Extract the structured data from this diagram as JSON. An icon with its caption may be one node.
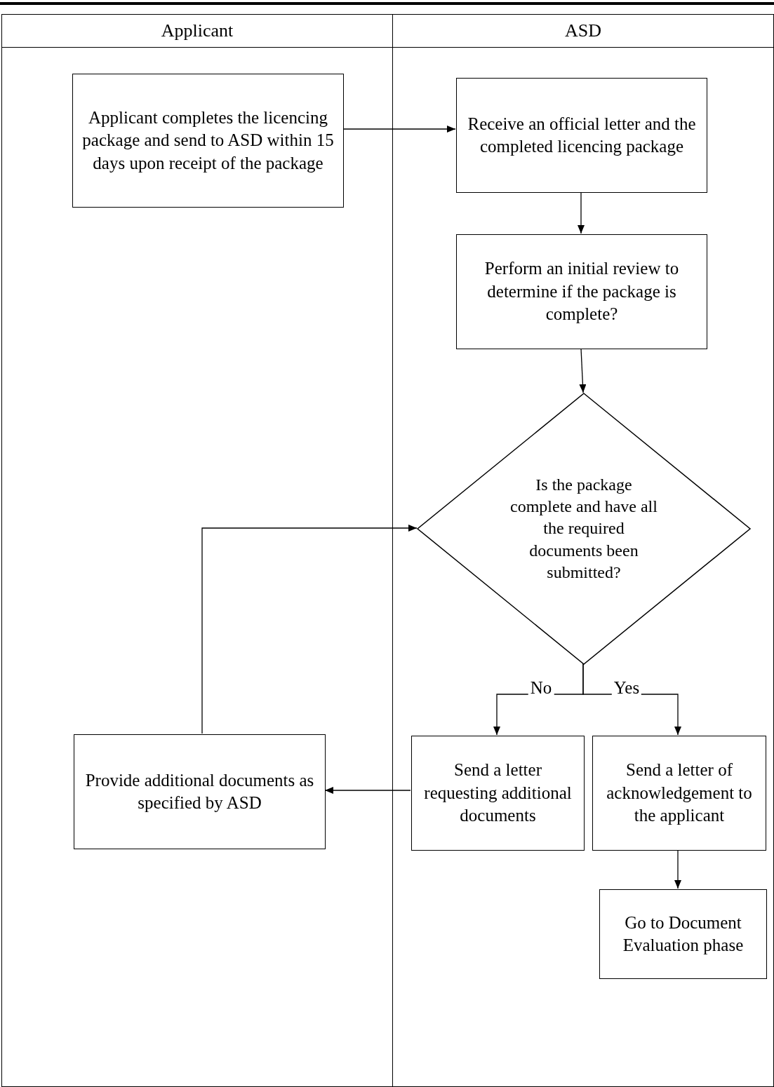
{
  "diagram": {
    "nodes": [
      {
        "text": [
          "Applicant"
        ]
      },
      {
        "text": [
          "ASD"
        ]
      },
      {
        "text": [
          "Applicant completes the licencing package and send to ASD within 15 days upon receipt of the package"
        ],
        "in": 0
      },
      {
        "text": [
          "Receive an official letter and the completed licencing package"
        ],
        "in": 1
      },
      {
        "text": [
          "Perform an initial review to determine if the package is complete?"
        ],
        "in": 1
      },
      {
        "text": [
          "Is the package complete and have all the required documents been submitted?"
        ],
        "in": 1
      },
      {
        "text": [
          "Send a letter requesting additional documents"
        ],
        "in": 1
      },
      {
        "text": [
          "Send a letter of acknowledgement to the applicant"
        ],
        "in": 1
      },
      {
        "text": [
          "Go to Document Evaluation phase"
        ],
        "in": 1
      },
      {
        "text": [
          "Provide additional documents as specified by ASD"
        ],
        "in": 0
      }
    ],
    "edges": [
      {
        "from": 2,
        "to": 3,
        "arrow": "to"
      },
      {
        "from": 3,
        "to": 4,
        "arrow": "to"
      },
      {
        "from": 4,
        "to": 5,
        "arrow": "to"
      },
      {
        "from": 5,
        "to": 6,
        "arrow": "to",
        "label": "No"
      },
      {
        "from": 5,
        "to": 7,
        "arrow": "to",
        "label": "Yes"
      },
      {
        "from": 7,
        "to": 8,
        "arrow": "to"
      },
      {
        "from": 6,
        "to": 9,
        "arrow": "to"
      },
      {
        "from": 9,
        "to": 5,
        "arrow": "to"
      }
    ]
  }
}
